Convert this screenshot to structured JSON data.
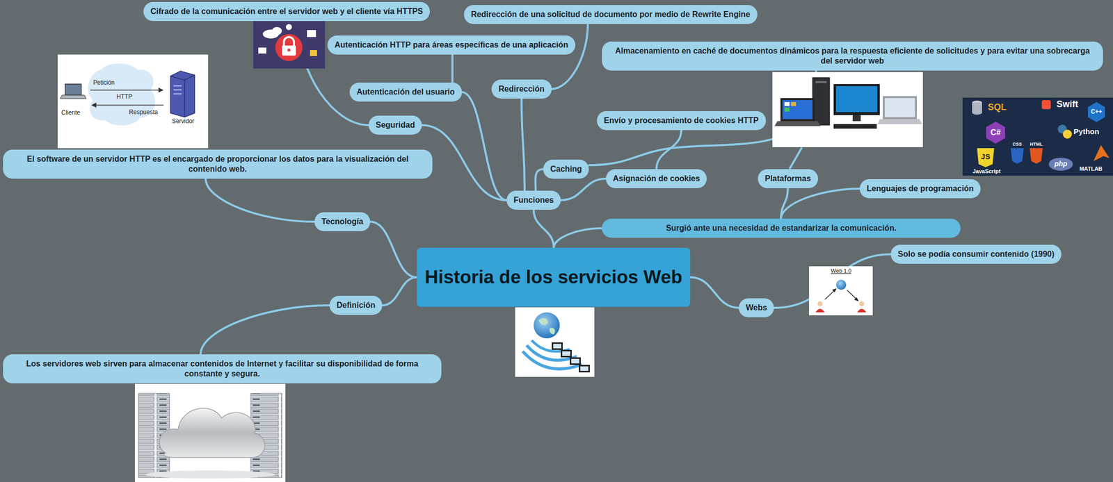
{
  "diagram": {
    "nodes": [
      {
        "text": [
          "Historia de los servicios Web"
        ]
      },
      {
        "text": [
          "Tecnología"
        ]
      },
      {
        "text": [
          "El software de un servidor HTTP es el encargado de proporcionar los datos para la visualización del contenido web."
        ]
      },
      {
        "text": [
          "Definición"
        ]
      },
      {
        "text": [
          "Los servidores web sirven para almacenar contenidos de Internet y facilitar su disponibilidad de forma constante y segura."
        ]
      },
      {
        "text": [
          "Funciones"
        ]
      },
      {
        "text": [
          "Seguridad"
        ]
      },
      {
        "text": [
          "Cifrado de la comunicación entre el servidor web y el cliente vía HTTPS"
        ]
      },
      {
        "text": [
          "Autenticación del usuario"
        ]
      },
      {
        "text": [
          "Autenticación HTTP para áreas específicas de una aplicación"
        ]
      },
      {
        "text": [
          "Redirección"
        ]
      },
      {
        "text": [
          "Redirección de una solicitud de documento por medio de Rewrite Engine"
        ]
      },
      {
        "text": [
          "Caching"
        ]
      },
      {
        "text": [
          "Almacenamiento en caché de documentos dinámicos para la respuesta eficiente de solicitudes y para evitar una sobrecarga del servidor web"
        ]
      },
      {
        "text": [
          "Asignación de cookies"
        ]
      },
      {
        "text": [
          "Envío y procesamiento de cookies HTTP"
        ]
      },
      {
        "text": [
          "Surgió ante una necesidad de estandarizar la comunicación."
        ]
      },
      {
        "text": [
          "Plataformas"
        ]
      },
      {
        "text": [
          "Lenguajes de programación"
        ]
      },
      {
        "text": [
          "Webs"
        ]
      },
      {
        "text": [
          "Solo se podía consumir contenido (1990)"
        ]
      }
    ],
    "edges": [
      {
        "from": 0,
        "to": 1,
        "arrow": "none"
      },
      {
        "from": 0,
        "to": 3,
        "arrow": "none"
      },
      {
        "from": 1,
        "to": 2,
        "arrow": "none"
      },
      {
        "from": 3,
        "to": 4,
        "arrow": "none"
      },
      {
        "from": 0,
        "to": 5,
        "arrow": "none"
      },
      {
        "from": 0,
        "to": 16,
        "arrow": "none"
      },
      {
        "from": 5,
        "to": 6,
        "arrow": "none"
      },
      {
        "from": 5,
        "to": 8,
        "arrow": "none"
      },
      {
        "from": 5,
        "to": 10,
        "arrow": "none"
      },
      {
        "from": 5,
        "to": 12,
        "arrow": "none"
      },
      {
        "from": 5,
        "to": 14,
        "arrow": "none"
      },
      {
        "from": 6,
        "to": 7,
        "arrow": "none"
      },
      {
        "from": 8,
        "to": 9,
        "arrow": "none"
      },
      {
        "from": 10,
        "to": 11,
        "arrow": "none"
      },
      {
        "from": 12,
        "to": 13,
        "arrow": "none"
      },
      {
        "from": 14,
        "to": 15,
        "arrow": "none"
      },
      {
        "from": 16,
        "to": 17,
        "arrow": "none"
      },
      {
        "from": 16,
        "to": 18,
        "arrow": "none"
      },
      {
        "from": 0,
        "to": 19,
        "arrow": "none"
      },
      {
        "from": 19,
        "to": 20,
        "arrow": "none"
      }
    ],
    "labels": [
      "Petición",
      "HTTP",
      "Respuesta",
      "Cliente",
      "Servidor",
      "SQL",
      "Swift",
      "C++",
      "C#",
      "Python",
      "JS",
      "CSS",
      "HTML",
      "php",
      "JavaScript",
      "MATLAB",
      "Web 1.0"
    ]
  }
}
